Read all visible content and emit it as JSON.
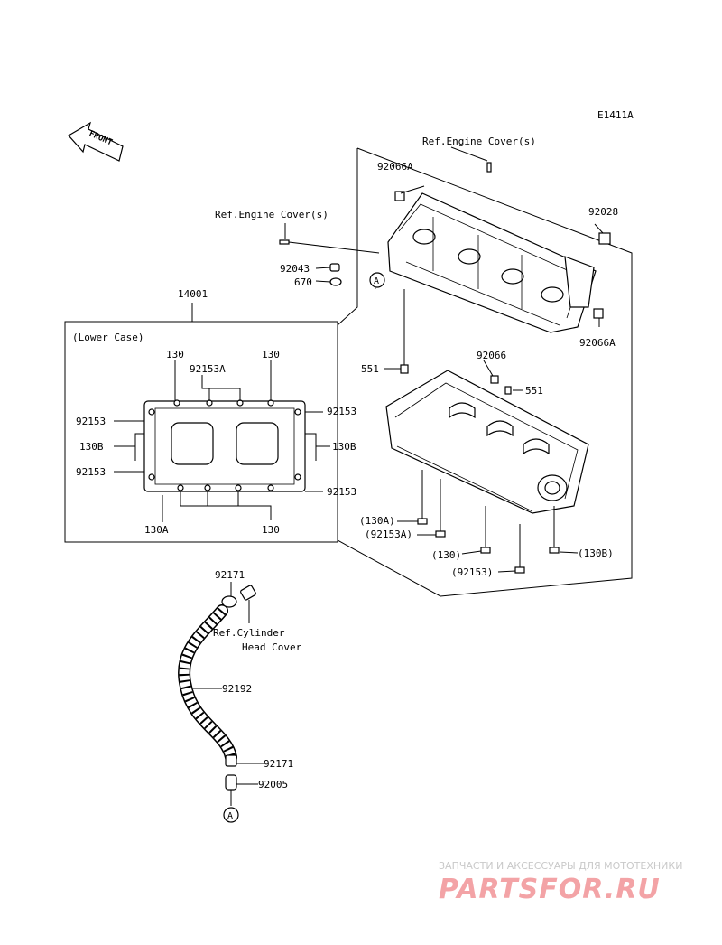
{
  "diagram_code": "E1411A",
  "front_label": "FRONT",
  "ref_engine_cover_top": "Ref.Engine Cover(s)",
  "ref_engine_cover_left": "Ref.Engine Cover(s)",
  "ref_cylinder_head_line1": "Ref.Cylinder",
  "ref_cylinder_head_line2": "Head Cover",
  "lower_case_label": "(Lower Case)",
  "part_14001": "14001",
  "callouts": {
    "p92066A_top": "92066A",
    "p92028": "92028",
    "p92043": "92043",
    "p670": "670",
    "p92066A_right": "92066A",
    "p92066": "92066",
    "p551_left": "551",
    "p551_right": "551",
    "p130A_paren": "(130A)",
    "p92153A_paren": "(92153A)",
    "p130_paren": "(130)",
    "p92153_paren": "(92153)",
    "p130B_paren": "(130B)",
    "p92171_top": "92171",
    "p92192": "92192",
    "p92171_bottom": "92171",
    "p92005": "92005"
  },
  "inset_labels": {
    "t130_left": "130",
    "t130_right": "130",
    "t92153A": "92153A",
    "l92153_top": "92153",
    "l130B": "130B",
    "l92153_bottom": "92153",
    "r92153_top": "92153",
    "r130B": "130B",
    "r92153_bottom": "92153",
    "b130A": "130A",
    "b130": "130"
  },
  "circle_marker": "A",
  "watermark": {
    "subtitle": "ЗАПЧАСТИ И АКСЕССУАРЫ ДЛЯ МОТОТЕХНИКИ",
    "brand": "PARTSFOR.RU"
  }
}
